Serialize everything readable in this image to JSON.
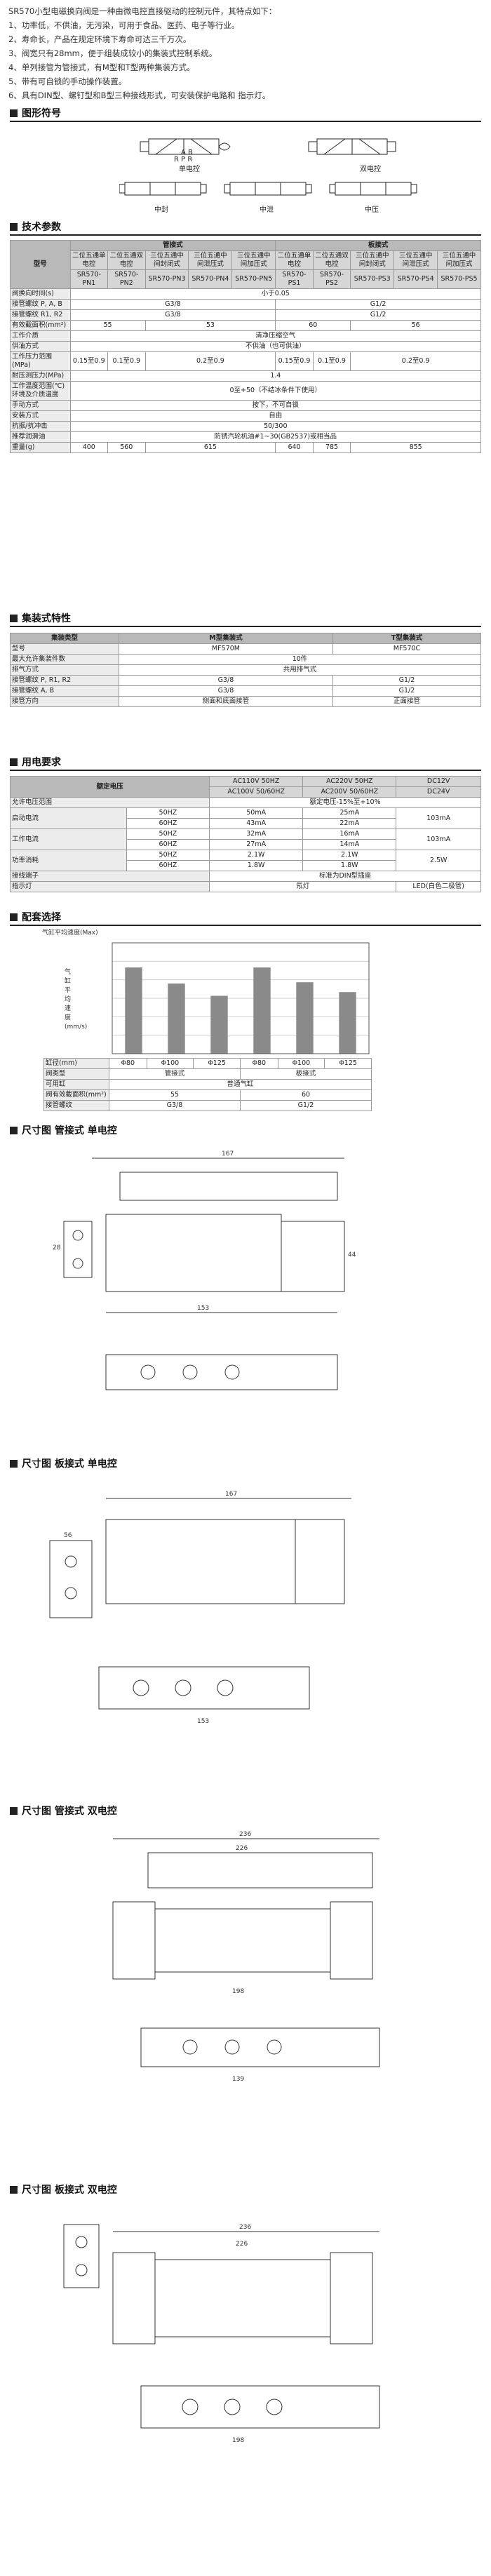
{
  "intro": [
    "SR570小型电磁换向阀是一种由微电控直接驱动的控制元件，其特点如下：",
    "1、功率低，不供油，无污染，可用于食品、医药、电子等行业。",
    "2、寿命长，产品在规定环境下寿命可达三千万次。",
    "3、阀宽只有28mm，便于组装成较小的集装式控制系统。",
    "4、单列接管为管接式，有M型和T型两种集装方式。",
    "5、带有可自锁的手动操作装置。",
    "6、具有DIN型、螺钉型和B型三种接线形式，可安装保护电路和 指示灯。"
  ],
  "sections": {
    "symbols": "图形符号",
    "tech": "技术参数",
    "manifold": "集装式特性",
    "electric": "用电要求",
    "selection": "配套选择",
    "dim1": "尺寸图 管接式 单电控",
    "dim2": "尺寸图 板接式 单电控",
    "dim3": "尺寸图 管接式 双电控",
    "dim4": "尺寸图 板接式 双电控"
  },
  "symbols": {
    "single": "单电控",
    "double": "双电控",
    "closed": "中封",
    "exhaust": "中泄",
    "pressure": "中压",
    "port_top": "A B",
    "port_bottom": "R P R"
  },
  "tech_table": {
    "model": "型号",
    "group_pipe": "管接式",
    "group_plate": "板接式",
    "subtypes": [
      "二位五通单电控",
      "二位五通双电控",
      "三位五通中间封闭式",
      "三位五通中间泄压式",
      "三位五通中间加压式",
      "二位五通单电控",
      "二位五通双电控",
      "三位五通中间封闭式",
      "三位五通中间泄压式",
      "三位五通中间加压式"
    ],
    "models": [
      "SR570-PN1",
      "SR570-PN2",
      "SR570-PN3",
      "SR570-PN4",
      "SR570-PN5",
      "SR570-PS1",
      "SR570-PS2",
      "SR570-PS3",
      "SR570-PS4",
      "SR570-PS5"
    ],
    "rows": [
      {
        "label": "阀换向时间(s)",
        "cells": [
          "小于0.05"
        ]
      },
      {
        "label": "接管螺纹  P, A, B",
        "cells": [
          "G3/8",
          "G1/2"
        ]
      },
      {
        "label": "接管螺纹  R1, R2",
        "cells": [
          "G3/8",
          "G1/2"
        ]
      },
      {
        "label": "有效截面积(mm²)",
        "cells": [
          "55",
          "53",
          "60",
          "56"
        ]
      },
      {
        "label": "工作介质",
        "cells": [
          "清净压缩空气"
        ]
      },
      {
        "label": "供油方式",
        "cells": [
          "不供油（也可供油）"
        ]
      },
      {
        "label": "工作压力范围(MPa)",
        "cells": [
          "0.15至0.9",
          "0.1至0.9",
          "0.2至0.9",
          "0.15至0.9",
          "0.1至0.9",
          "0.2至0.9"
        ]
      },
      {
        "label": "耐压测压力(MPa)",
        "cells": [
          "1.4"
        ]
      },
      {
        "label": "工作温度范围(℃) 环境及介质温度",
        "cells": [
          "0至+50（不结冰条件下使用）"
        ]
      },
      {
        "label": "手动方式",
        "cells": [
          "按下，不可自锁"
        ]
      },
      {
        "label": "安装方式",
        "cells": [
          "自由"
        ]
      },
      {
        "label": "抗振/抗冲击",
        "cells": [
          "50/300"
        ]
      },
      {
        "label": "推荐润滑油",
        "cells": [
          "防锈汽轮机油#1~30(GB2537)或相当品"
        ]
      },
      {
        "label": "重量(g)",
        "cells": [
          "400",
          "560",
          "615",
          "640",
          "785",
          "855"
        ]
      }
    ]
  },
  "manifold_table": {
    "headers": [
      "集装类型",
      "M型集装式",
      "T型集装式"
    ],
    "rows": [
      [
        "型号",
        "MF570M",
        "MF570C"
      ],
      [
        "最大允许集装件数",
        "10件",
        ""
      ],
      [
        "排气方式",
        "共用排气式",
        ""
      ],
      [
        "接管螺纹  P, R1, R2",
        "G3/8",
        "G1/2"
      ],
      [
        "接管螺纹  A, B",
        "G3/8",
        "G1/2"
      ],
      [
        "接管方向",
        "侧面和底面接管",
        "正面接管"
      ]
    ]
  },
  "electric_table": {
    "rated": "额定电压",
    "ac110": "AC110V 50HZ",
    "ac110b": "AC100V 50/60HZ",
    "ac220": "AC220V 50HZ",
    "ac220b": "AC200V 50/60HZ",
    "dc12": "DC12V",
    "dc24": "DC24V",
    "allow": "允许电压范围",
    "allow_v": "额定电压-15%至+10%",
    "start": "启动电流",
    "work": "工作电流",
    "power": "功率消耗",
    "hz50": "50HZ",
    "hz60": "60HZ",
    "start50": [
      "50mA",
      "25mA"
    ],
    "start60": [
      "43mA",
      "22mA"
    ],
    "work50": [
      "32mA",
      "16mA"
    ],
    "work60": [
      "27mA",
      "14mA"
    ],
    "pow50": [
      "2.1W",
      "2.1W"
    ],
    "pow60": [
      "1.8W",
      "1.8W"
    ],
    "dc_start": "103mA",
    "dc_work": "103mA",
    "dc_pow": "2.5W",
    "terminal": "接线端子",
    "terminal_v": "标准为DIN型插座",
    "light": "指示灯",
    "light_v": "氖灯",
    "light_dc": "LED(白色二极管)"
  },
  "selection": {
    "chart_title": "气缸平均速度(Max)",
    "ylabel": "气缸平均速度(mm/s)",
    "bore_label": "缸径(mm)",
    "valve_label": "阀类型",
    "cyl_label": "可用缸",
    "cyl_value": "普通气缸",
    "area_label": "阀有效截面积(mm²)",
    "thread_label": "接管螺纹",
    "pipe": "管接式",
    "plate": "板接式",
    "area_pipe": "55",
    "area_plate": "60",
    "thread_pipe": "G3/8",
    "thread_plate": "G1/2"
  },
  "chart_data": {
    "type": "bar",
    "title": "气缸平均速度(Max)",
    "ylabel": "",
    "categories": [
      "Φ80",
      "Φ100",
      "Φ125",
      "Φ80",
      "Φ100",
      "Φ125"
    ],
    "values": [
      700,
      570,
      470,
      700,
      580,
      500
    ],
    "ylim": [
      0,
      900
    ],
    "grid": true
  },
  "dims": {
    "d1": {
      "w": "167",
      "a": "28",
      "b": "153",
      "c": "44"
    },
    "d2": {
      "w": "167",
      "a": "56",
      "b": "153"
    },
    "d3": {
      "w": "236",
      "a": "226",
      "b": "198",
      "c": "139"
    },
    "d4": {
      "w": "236",
      "a": "226",
      "b": "198"
    }
  }
}
